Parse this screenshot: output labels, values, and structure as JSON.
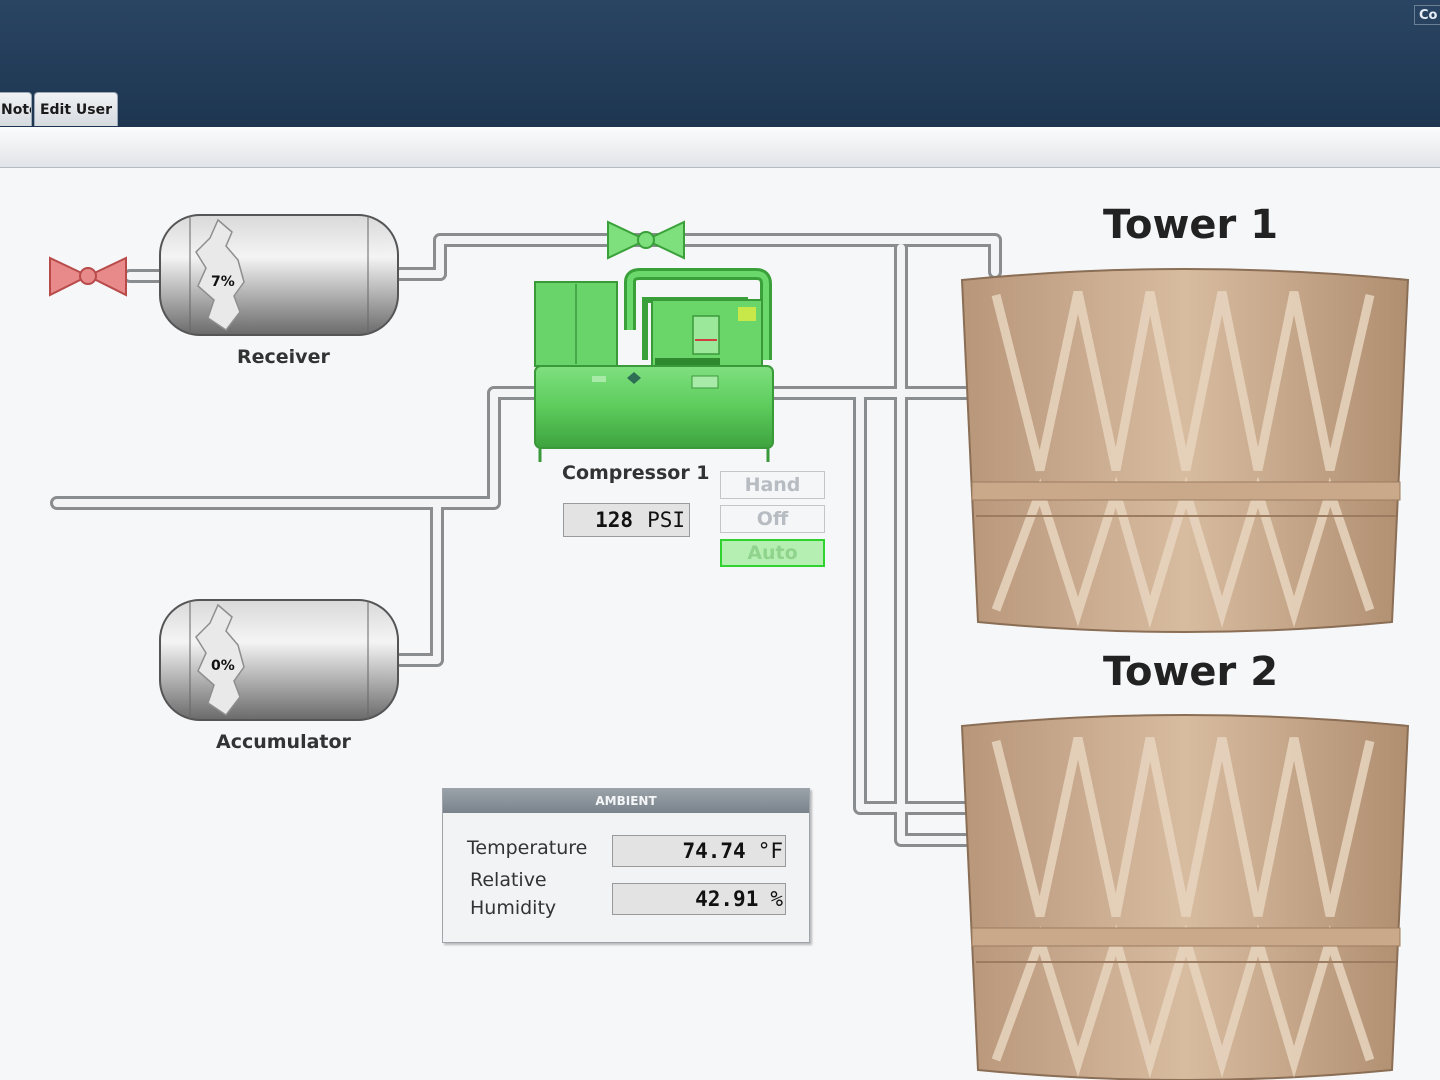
{
  "window": {
    "corner_button": "Co"
  },
  "tabs": [
    {
      "label": "Notes"
    },
    {
      "label": "Edit User"
    }
  ],
  "diagram": {
    "receiver": {
      "label": "Receiver",
      "level": "7%",
      "level_fraction": 0.07
    },
    "accumulator": {
      "label": "Accumulator",
      "level": "0%",
      "level_fraction": 0.0
    },
    "compressor": {
      "label": "Compressor 1",
      "pressure_value": "128",
      "pressure_unit": "PSI"
    },
    "mode_buttons": [
      {
        "label": "Hand",
        "active": false
      },
      {
        "label": "Off",
        "active": false
      },
      {
        "label": "Auto",
        "active": true
      }
    ],
    "towers": [
      {
        "title": "Tower 1"
      },
      {
        "title": "Tower 2"
      }
    ],
    "valves": [
      {
        "name": "receiver-inlet-valve",
        "state": "closed",
        "color": "#e88a8a"
      },
      {
        "name": "discharge-valve",
        "state": "open",
        "color": "#6fd36f"
      }
    ]
  },
  "ambient": {
    "title": "AMBIENT",
    "temperature": {
      "label": "Temperature",
      "value": "74.74",
      "unit": "°F"
    },
    "humidity": {
      "label_line1": "Relative",
      "label_line2": "Humidity",
      "value": "42.91",
      "unit": "%"
    }
  },
  "colors": {
    "header": "#1d3550",
    "active_mode": "#2fd22f",
    "tower": "#c8a888",
    "compressor": "#5fd05f"
  }
}
